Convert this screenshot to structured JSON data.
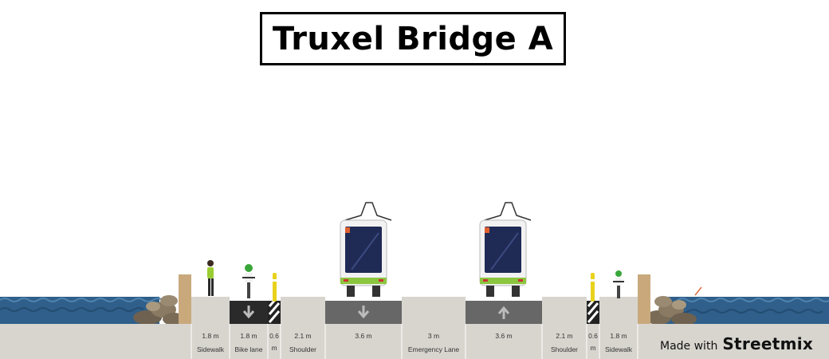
{
  "title": "Truxel Bridge A",
  "footer": {
    "prefix": "Made with",
    "brand": "Streetmix"
  },
  "segments": [
    {
      "width": "1.8 m",
      "name": "Sidewalk"
    },
    {
      "width": "1.8 m",
      "name": "Bike lane"
    },
    {
      "width": "0.6 m",
      "name": ""
    },
    {
      "width": "2.1 m",
      "name": "Shoulder"
    },
    {
      "width": "3.6 m",
      "name": ""
    },
    {
      "width": "3 m",
      "name": "Emergency Lane"
    },
    {
      "width": "3.6 m",
      "name": ""
    },
    {
      "width": "2.1 m",
      "name": "Shoulder"
    },
    {
      "width": "0.6 m",
      "name": ""
    },
    {
      "width": "1.8 m",
      "name": "Sidewalk"
    }
  ],
  "colors": {
    "water": "#2f5f8a",
    "ground": "#d8d5cf",
    "road": "#676767",
    "bike_lane": "#2a2a2a",
    "tram_green": "#8cc63f",
    "rock": "#8a7a63"
  },
  "icons": [
    "arrow-down-icon",
    "arrow-up-icon",
    "tram-icon",
    "cyclist-icon",
    "pedestrian-icon",
    "bollard-icon"
  ]
}
